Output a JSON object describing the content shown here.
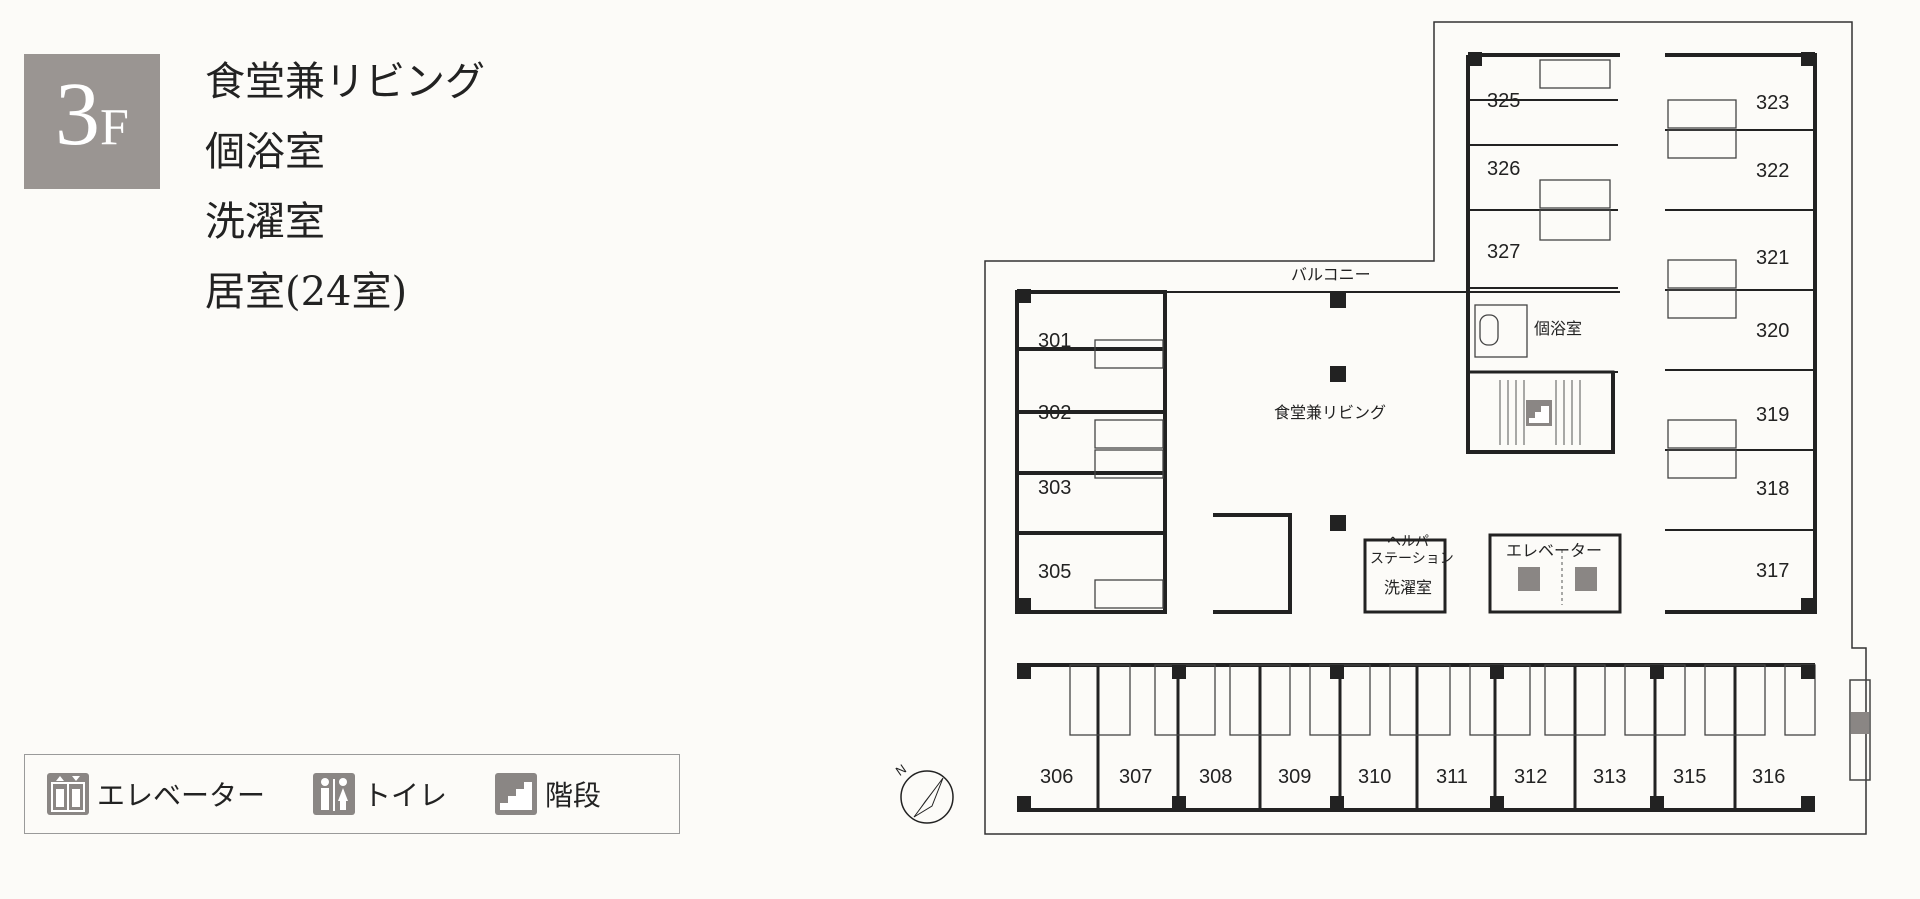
{
  "floor": {
    "number": "3",
    "suffix": "F"
  },
  "facilities": [
    "食堂兼リビング",
    "個浴室",
    "洗濯室",
    "居室(24室)"
  ],
  "legend": {
    "elevator": "エレベーター",
    "toilet": "トイレ",
    "stairs": "階段"
  },
  "plan": {
    "balcony": "バルコニー",
    "dining": "食堂兼リビング",
    "bath": "個浴室",
    "helper_line1": "ヘルパー",
    "helper_line2": "ステーション",
    "laundry": "洗濯室",
    "elevator": "エレベーター",
    "north": "N",
    "rooms": {
      "r301": "301",
      "r302": "302",
      "r303": "303",
      "r305": "305",
      "r325": "325",
      "r326": "326",
      "r327": "327",
      "r323": "323",
      "r322": "322",
      "r321": "321",
      "r320": "320",
      "r319": "319",
      "r318": "318",
      "r317": "317",
      "r306": "306",
      "r307": "307",
      "r308": "308",
      "r309": "309",
      "r310": "310",
      "r311": "311",
      "r312": "312",
      "r313": "313",
      "r315": "315",
      "r316": "316"
    }
  },
  "colors": {
    "badge": "#9a9592",
    "icon": "#8a8684",
    "wall": "#222222"
  }
}
